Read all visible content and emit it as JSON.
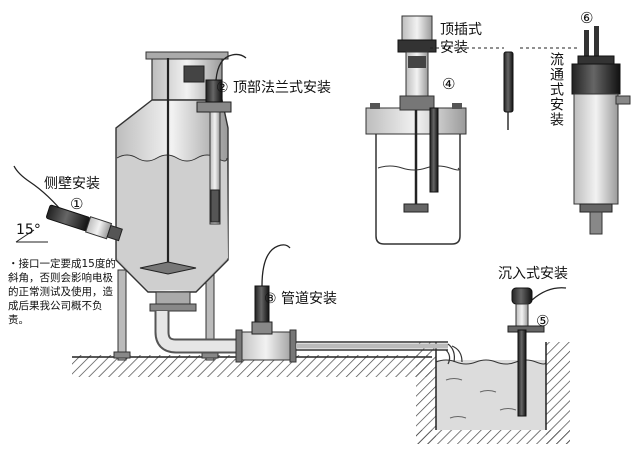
{
  "labels": {
    "top_flange": "② 顶部法兰式安装",
    "side_wall": "侧壁安装",
    "side_num": "①",
    "angle": "15°",
    "note": "・接口一定要成15度的斜角，否则会影响电极的正常测试及使用，造成后果我公司概不负责。",
    "pipe": "③ 管道安装",
    "top_insert_l1": "顶插式",
    "top_insert_l2": "安装",
    "top_insert_num": "④",
    "flow_num": "⑥",
    "flow": "流通式安装",
    "submerge": "沉入式安装",
    "submerge_num": "⑤"
  }
}
